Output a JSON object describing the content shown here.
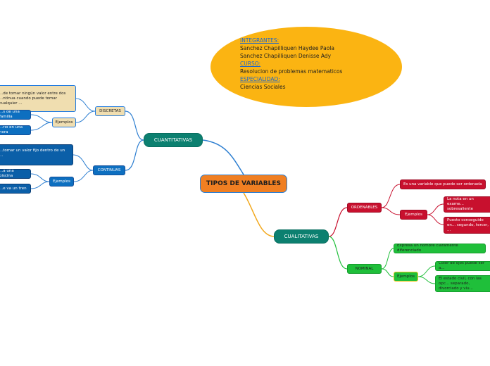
{
  "info": {
    "integrantes_label": "INTEGRANTES:",
    "member1": "Sanchez Chapilliquen Haydee Paola",
    "member2": "Sanchez Chapilliquen Denisse Ady",
    "curso_label": "CURSO:",
    "curso": "Resolucion de problemas matematicos",
    "especialidad_label": "ESPECIALIDAD:",
    "especialidad": "Ciencias Sociales"
  },
  "center": {
    "title": "TIPOS DE VARIABLES"
  },
  "cuantitativas": {
    "label": "CUANTITATIVAS",
    "discretas": {
      "label": "DISCRETAS",
      "definition": "...de tomar ningún valor entre dos ...ntinua cuando puede tomar cualquier ...",
      "ejemplos_label": "Ejemplos",
      "example1": "...s de una familia",
      "example2": "...rio en una hora"
    },
    "continuas": {
      "label": "CONTINUAS",
      "definition": "...tomar un valor fijo dentro de un ...",
      "ejemplos_label": "Ejemplos",
      "example1": "...a una piscina",
      "example2": "...e va un tren"
    }
  },
  "cualitativas": {
    "label": "CUALITATIVAS",
    "ordenables": {
      "label": "ORDENABLES",
      "definition": "Es una variable que puede ser ordenada",
      "ejemplos_label": "Ejemplos",
      "example1": "La nota en un exame... sobresaliente",
      "example2": "Puesto conseguido en... segundo, tercer, ..."
    },
    "nominal": {
      "label": "NOMINAL",
      "definition": "Expresa un nombre claramente diferenciado",
      "ejemplos_label": "Ejemplos",
      "example1": "Color de ojos puede ser a...",
      "example2": "El estado civil, con las opc... separado, divorciado y viu..."
    }
  },
  "colors": {
    "center": "#f07f22",
    "main": "#0c8070",
    "ellipse": "#fbb412",
    "link_blue": "#2e7fd1",
    "link_orange": "#f2a81d",
    "link_red": "#c8102e",
    "link_green": "#1fbf3a"
  }
}
